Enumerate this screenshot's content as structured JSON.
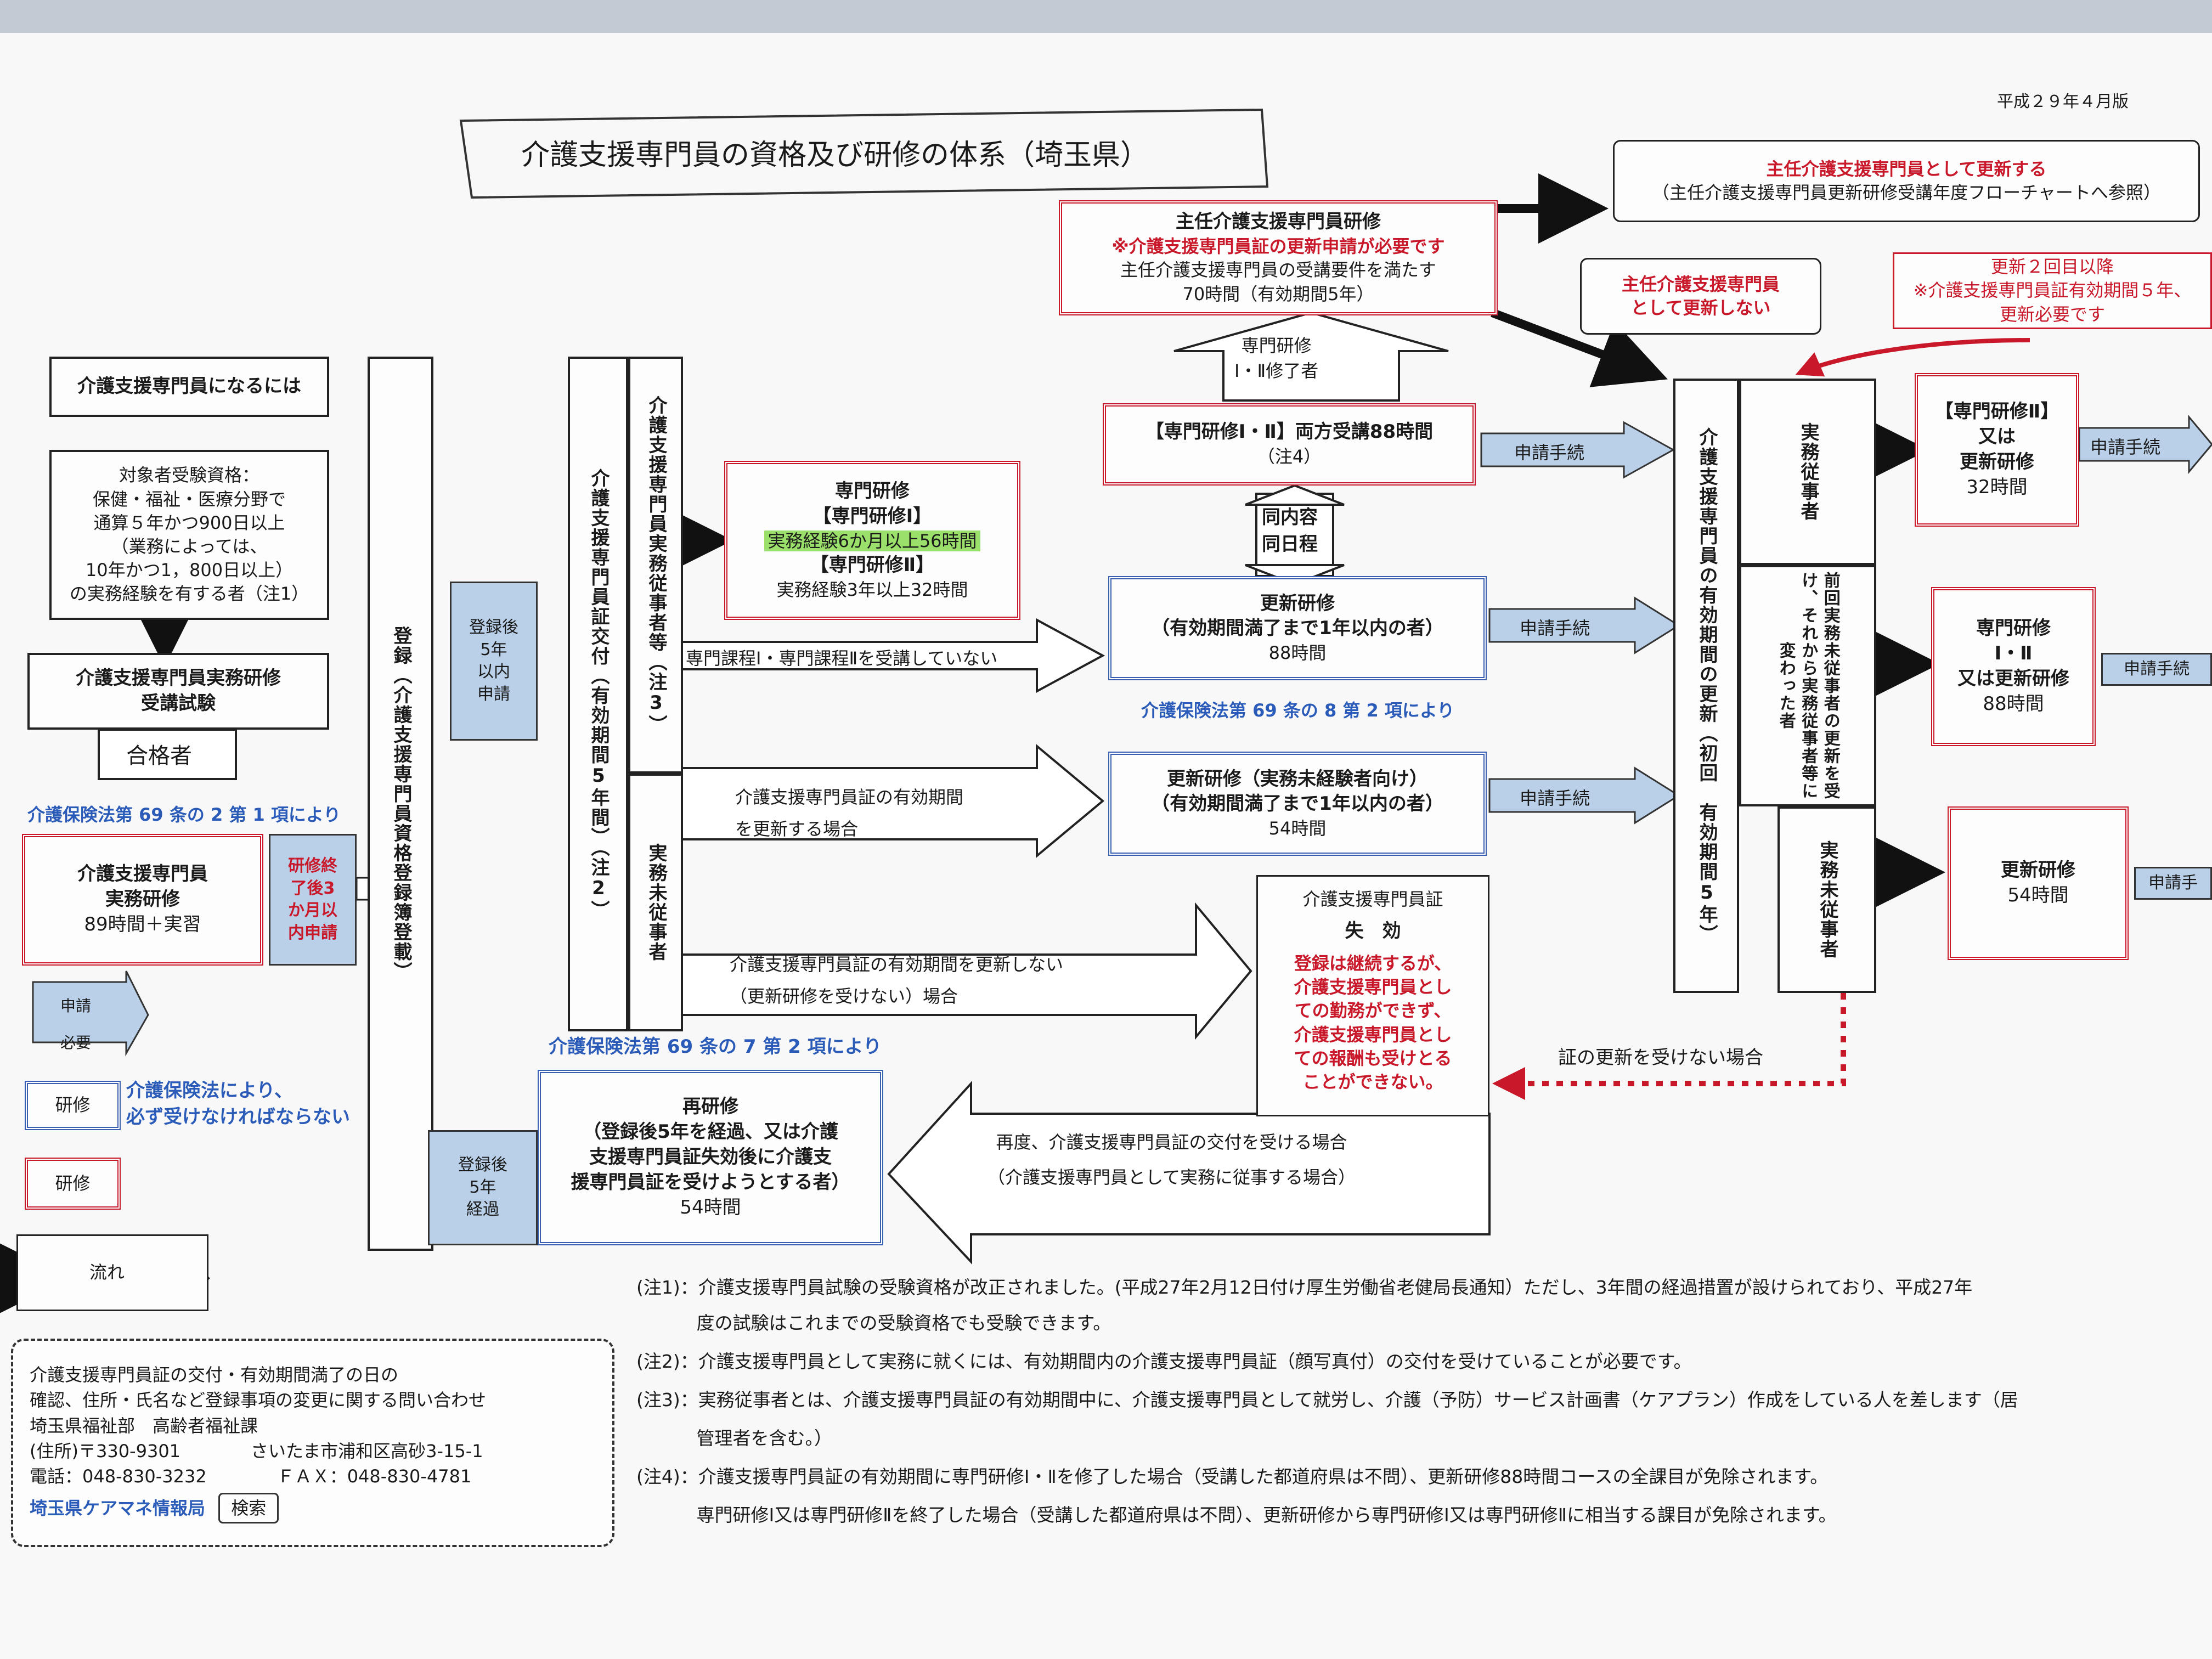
{
  "version": "平成２９年４月版",
  "title": "介護支援専門員の資格及び研修の体系（埼玉県）",
  "become": "介護支援専門員になるには",
  "eligibility": [
    "対象者受験資格：",
    "保健・福祉・医療分野で",
    "通算５年かつ900日以上",
    "（業務によっては、",
    "10年かつ1，800日以上）",
    "の実務経験を有する者（注1）"
  ],
  "exam": [
    "介護支援専門員実務研修",
    "受講試験"
  ],
  "pass": "合格者",
  "law_69_2": "介護保険法第 69 条の 2 第 1 項により",
  "practical": [
    "介護支援専門員",
    "実務研修",
    "89時間＋実習"
  ],
  "apply3m": [
    "研修終",
    "了後3",
    "か月以",
    "内申請"
  ],
  "register": "登録（介護支援専門員資格登録簿登載）",
  "reg5y_in": [
    "登録後",
    "5年",
    "以内",
    "申請"
  ],
  "reg5y_after": [
    "登録後",
    "5年",
    "経過"
  ],
  "card_issue": "介護支援専門員証交付（有効期間5年間）（注2）",
  "practitioner": "介護支援専門員実務従事者等（注3）",
  "non_practitioner": "実務未従事者",
  "senmon": {
    "title": "専門研修",
    "k1": "【専門研修Ⅰ】",
    "k1_req": "実務経験6か月以上56時間",
    "k2": "【専門研修Ⅱ】",
    "k2_req": "実務経験3年以上32時間"
  },
  "law_69_7": "介護保険法第 69 条の 7 第 2 項により",
  "shunin": {
    "title": "主任介護支援専門員研修",
    "warn": "※介護支援専門員証の更新申請が必要です",
    "req": "主任介護支援専門員の受講要件を満たす",
    "hours": "70時間（有効期間5年）"
  },
  "shunin_update": {
    "title": "主任介護支援専門員として更新する",
    "sub": "（主任介護支援専門員更新研修受講年度フローチャートへ参照）"
  },
  "shunin_noupdate": [
    "主任介護支援専門員",
    "として更新しない"
  ],
  "update2": [
    "更新２回目以降",
    "※介護支援専門員証有効期間５年、",
    "更新必要です"
  ],
  "done12": [
    "専門研修",
    "Ⅰ・Ⅱ修了者"
  ],
  "both": [
    "【専門研修Ⅰ・Ⅱ】両方受講88時間",
    "（注4）"
  ],
  "same": [
    "同内容",
    "同日程"
  ],
  "koushin": [
    "更新研修",
    "（有効期間満了まで1年以内の者）",
    "88時間"
  ],
  "law_69_8": "介護保険法第 69 条の 8 第 2 項により",
  "koushin_mi": [
    "更新研修（実務未経験者向け）",
    "（有効期間満了まで1年以内の者）",
    "54時間"
  ],
  "not_taken": "専門課程Ⅰ・専門課程Ⅱを受講していない",
  "renew_case": [
    "介護支援専門員証の有効期間",
    "を更新する場合"
  ],
  "no_renew_case": [
    "介護支援専門員証の有効期間を更新しない",
    "（更新研修を受けない）場合"
  ],
  "invalid": {
    "title": "介護支援専門員証",
    "sub": "失　効",
    "red": [
      "登録は継続するが、",
      "介護支援専門員とし",
      "ての勤務ができず、",
      "介護支援専門員とし",
      "ての報酬も受けとる",
      "ことができない。"
    ]
  },
  "no_update_case": "証の更新を受けない場合",
  "retrain": [
    "再研修",
    "（登録後5年を経過、又は介護",
    "支援専門員証失効後に介護支",
    "援専門員証を受けようとする者）",
    "54時間"
  ],
  "reissue": [
    "再度、介護支援専門員証の交付を受ける場合",
    "（介護支援専門員として実務に従事する場合）"
  ],
  "apply": "申請手続",
  "renewal_col": "介護支援専門員の有効期間の更新（初回　有効期間5年）",
  "col_practitioner": "実務従事者",
  "col_changed": "前回実務未従事者の更新を受け、それから実務従事者等に変わった者",
  "col_non": "実務未従事者",
  "right1": [
    "【専門研修Ⅱ】",
    "又は",
    "更新研修",
    "32時間"
  ],
  "right2": [
    "専門研修",
    "Ⅰ・Ⅱ",
    "又は更新研修",
    "88時間"
  ],
  "right3": [
    "更新研修",
    "54時間"
  ],
  "apply_trunc": "申請手",
  "legend": {
    "apply": [
      "申請",
      "必要"
    ],
    "blue_label": "研修",
    "blue_desc": [
      "介護保険法により、",
      "必ず受けなければならない"
    ],
    "red_label": "研修",
    "flow": "流れ"
  },
  "contact": [
    "介護支援専門員証の交付・有効期間満了の日の",
    "確認、住所・氏名など登録事項の変更に関する問い合わせ",
    "埼玉県福祉部　高齢者福祉課",
    "(住所)〒330-9301　　　　さいたま市浦和区高砂3-15-1",
    "電話：048-830-3232　　　　ＦＡＸ：048-830-4781"
  ],
  "search_link": "埼玉県ケアマネ情報局",
  "search_btn": "検索",
  "notes": [
    "(注1)：介護支援専門員試験の受験資格が改正されました。(平成27年2月12日付け厚生労働省老健局長通知）ただし、3年間の経過措置が設けられており、平成27年",
    "　　　 度の試験はこれまでの受験資格でも受験できます。",
    "(注2)：介護支援専門員として実務に就くには、有効期間内の介護支援専門員証（顔写真付）の交付を受けていることが必要です。",
    "(注3)：実務従事者とは、介護支援専門員証の有効期間中に、介護支援専門員として就労し、介護（予防）サービス計画書（ケアプラン）作成をしている人を差します（居",
    "　　　 管理者を含む。）",
    "(注4)：介護支援専門員証の有効期間に専門研修Ⅰ・Ⅱを修了した場合（受講した都道府県は不問）、更新研修88時間コースの全課目が免除されます。",
    "　　　 専門研修Ⅰ又は専門研修Ⅱを終了した場合（受講した都道府県は不問）、更新研修から専門研修Ⅰ又は専門研修Ⅱに相当する課目が免除されます。"
  ],
  "colors": {
    "red": "#c8182a",
    "blue": "#3a5fb0",
    "lightblue": "#b9d0e8",
    "highlight": "#9be06a"
  }
}
